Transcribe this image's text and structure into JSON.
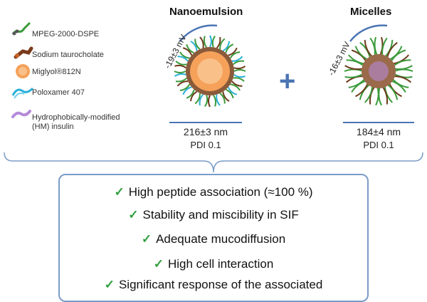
{
  "legend": [
    {
      "icon": "peg-lipid-icon",
      "label": "MPEG-2000-DSPE"
    },
    {
      "icon": "taurocholate-icon",
      "label": "Sodium taurocholate"
    },
    {
      "icon": "oil-droplet-icon",
      "label": "Miglyol®812N"
    },
    {
      "icon": "poloxamer-icon",
      "label": "Poloxamer 407"
    },
    {
      "icon": "insulin-icon",
      "label": "Hydrophobically-modified\n(HM) insulin"
    }
  ],
  "nanoemulsion": {
    "title": "Nanoemulsion",
    "zeta": "-19±3 mV",
    "size": "216±3 nm",
    "pdi": "PDI 0.1"
  },
  "micelles": {
    "title": "Micelles",
    "zeta": "-16±3 mV",
    "size": "184±4 nm",
    "pdi": "PDI 0.1"
  },
  "plus_sign": "+",
  "benefits": [
    "High peptide association (≈100 %)",
    "Stability and miscibility in SIF",
    "Adequate mucodiffusion",
    "High cell interaction",
    "Significant response of the associated"
  ],
  "check_symbol": "✓",
  "colors": {
    "accent_blue": "#4a74b4",
    "check_green": "#2e9e3e",
    "oil_orange": "#f5a15a",
    "brace_blue": "#7a9cc8"
  }
}
